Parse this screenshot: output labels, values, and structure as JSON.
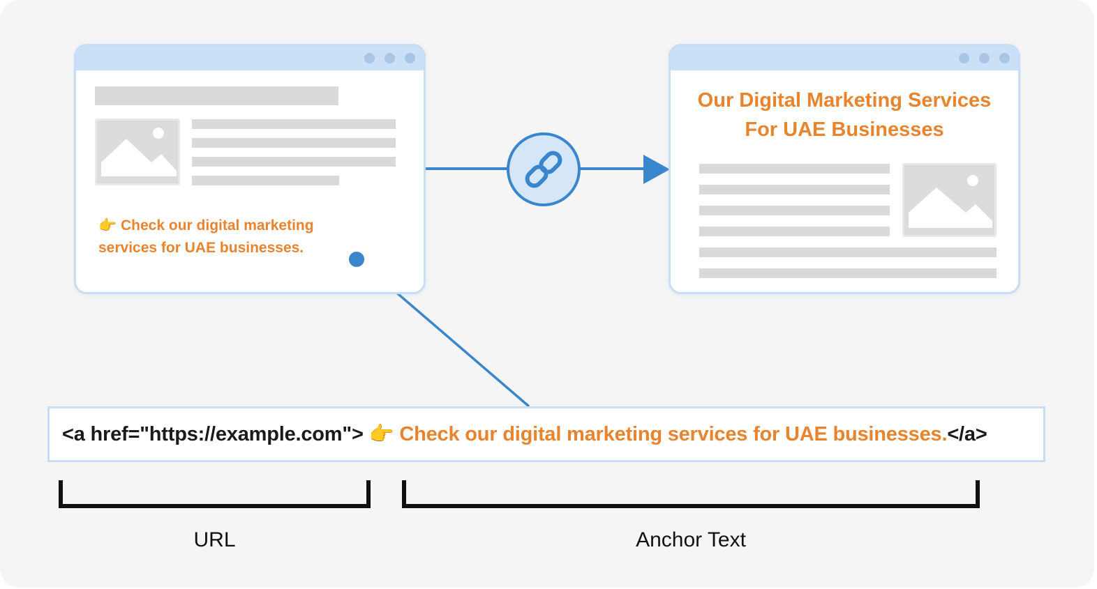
{
  "colors": {
    "accent_orange": "#e8832e",
    "connector_blue": "#3a86cc",
    "window_border": "#c5def5",
    "titlebar": "#c9e0f7",
    "placeholder_gray": "#d9d9d9"
  },
  "source_page": {
    "snippet_icon": "👉",
    "snippet_text": "Check our digital marketing services for UAE businesses."
  },
  "target_page": {
    "heading": "Our Digital Marketing Services For UAE Businesses"
  },
  "link_icon": "link-chain-icon",
  "code": {
    "open_tag": "<a href=\"https://example.com\">",
    "icon": "👉",
    "anchor_text": "Check our digital marketing services for UAE businesses.",
    "close_tag": "</a>"
  },
  "labels": {
    "url": "URL",
    "anchor": "Anchor Text"
  }
}
